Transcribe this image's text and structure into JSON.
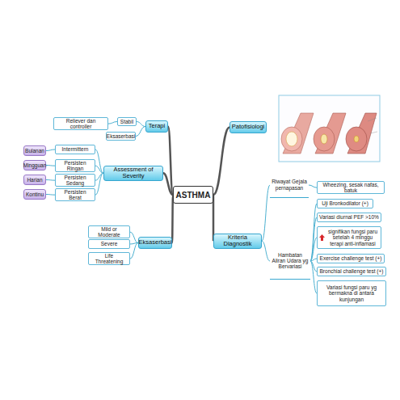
{
  "diagram": {
    "nodes": [
      {
        "text": [
          "Terapi"
        ]
      },
      {
        "text": [
          "Stabil"
        ]
      },
      {
        "text": [
          "Eksaserbasi"
        ]
      },
      {
        "text": [
          "Reliever dan controller"
        ]
      },
      {
        "text": [
          "Patofisiologi"
        ]
      },
      {
        "text": [
          "ASTHMA"
        ]
      },
      {
        "text": [
          "Assessment of Severity"
        ]
      },
      {
        "text": [
          "Intermittern"
        ]
      },
      {
        "text": [
          "Persisten Ringan"
        ]
      },
      {
        "text": [
          "Persisten Sedang"
        ]
      },
      {
        "text": [
          "Persisten Berat"
        ]
      },
      {
        "text": [
          "Bulanan"
        ]
      },
      {
        "text": [
          "Mingguan"
        ]
      },
      {
        "text": [
          "Harian"
        ]
      },
      {
        "text": [
          "Kontinu"
        ]
      },
      {
        "text": [
          "Kriteria Diagnostik"
        ]
      },
      {
        "text": [
          "Riwayat Gejala pernapasan"
        ]
      },
      {
        "text": [
          "Wheezing, sesak nafas, batuk"
        ]
      },
      {
        "text": [
          "Hambatan Aliran Udara yg Bervariasi"
        ]
      },
      {
        "text": [
          "Uji Bronkodilator (+)"
        ]
      },
      {
        "text": [
          "Variasi diurnal PEF >10%"
        ]
      },
      {
        "text": [
          "signifikan fungsi paru setelah 4 minggu terapi anti-inflamasi"
        ]
      },
      {
        "text": [
          "Exercise challenge test (+)"
        ]
      },
      {
        "text": [
          "Bronchial challenge test (+)"
        ]
      },
      {
        "text": [
          "Variasi fungsi paru yg bermakna di antara kunjungan"
        ]
      },
      {
        "text": [
          "Eksaserbasi"
        ]
      },
      {
        "text": [
          "Mild or Moderate"
        ]
      },
      {
        "text": [
          "Severe"
        ]
      },
      {
        "text": [
          "Life Threatening"
        ]
      }
    ],
    "edges": [
      {
        "from": 5,
        "to": 0,
        "arrow": "none"
      },
      {
        "from": 5,
        "to": 4,
        "arrow": "none"
      },
      {
        "from": 5,
        "to": 6,
        "arrow": "none"
      },
      {
        "from": 5,
        "to": 25,
        "arrow": "none"
      },
      {
        "from": 5,
        "to": 15,
        "arrow": "none"
      },
      {
        "from": 0,
        "to": 1,
        "arrow": "none"
      },
      {
        "from": 0,
        "to": 2,
        "arrow": "none"
      },
      {
        "from": 1,
        "to": 3,
        "arrow": "none"
      },
      {
        "from": 6,
        "to": 7,
        "arrow": "none"
      },
      {
        "from": 6,
        "to": 8,
        "arrow": "none"
      },
      {
        "from": 6,
        "to": 9,
        "arrow": "none"
      },
      {
        "from": 6,
        "to": 10,
        "arrow": "none"
      },
      {
        "from": 7,
        "to": 11,
        "arrow": "none"
      },
      {
        "from": 8,
        "to": 12,
        "arrow": "none"
      },
      {
        "from": 9,
        "to": 13,
        "arrow": "none"
      },
      {
        "from": 10,
        "to": 14,
        "arrow": "none"
      },
      {
        "from": 15,
        "to": 16,
        "arrow": "none"
      },
      {
        "from": 15,
        "to": 18,
        "arrow": "none"
      },
      {
        "from": 16,
        "to": 17,
        "arrow": "none"
      },
      {
        "from": 18,
        "to": 19,
        "arrow": "none"
      },
      {
        "from": 18,
        "to": 20,
        "arrow": "none"
      },
      {
        "from": 18,
        "to": 21,
        "arrow": "none"
      },
      {
        "from": 18,
        "to": 22,
        "arrow": "none"
      },
      {
        "from": 18,
        "to": 23,
        "arrow": "none"
      },
      {
        "from": 18,
        "to": 24,
        "arrow": "none"
      },
      {
        "from": 25,
        "to": 26,
        "arrow": "none"
      },
      {
        "from": 25,
        "to": 27,
        "arrow": "none"
      },
      {
        "from": 25,
        "to": 28,
        "arrow": "none"
      }
    ]
  }
}
